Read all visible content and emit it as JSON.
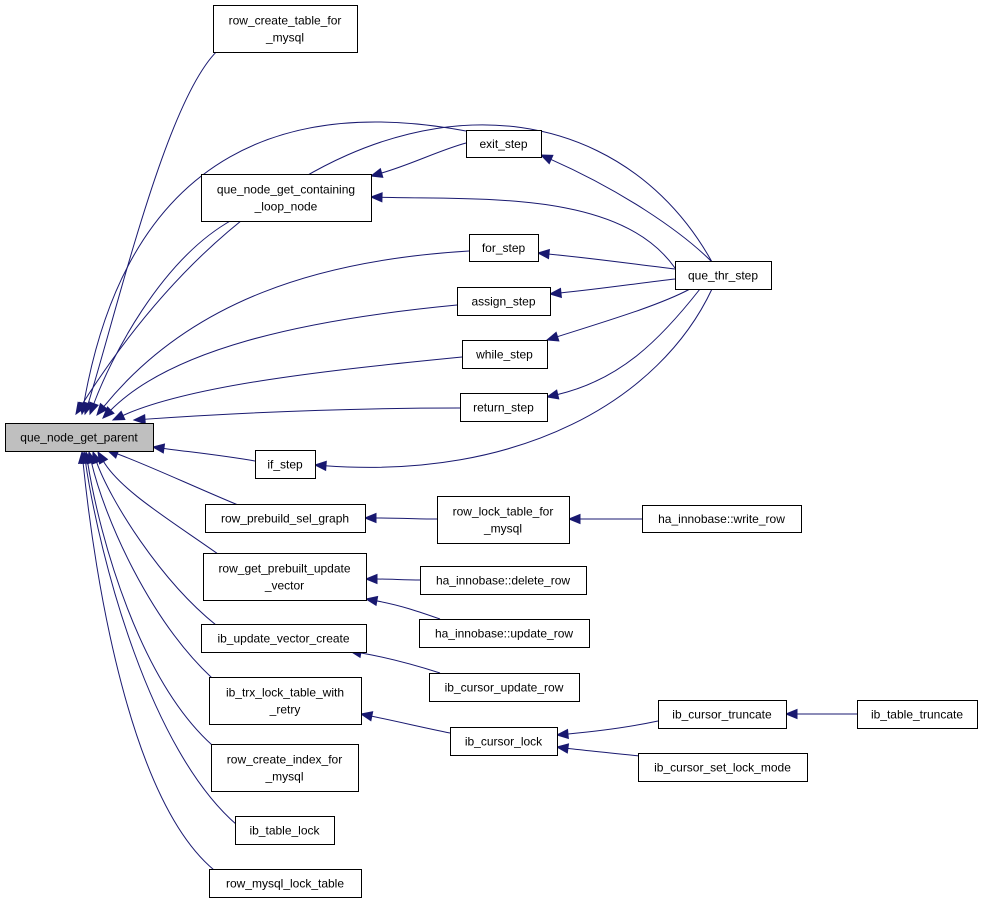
{
  "graph": {
    "nodes": [
      {
        "id": "que_node_get_parent",
        "lines": [
          "que_node_get_parent"
        ]
      },
      {
        "id": "row_create_table_for_mysql",
        "lines": [
          "row_create_table_for",
          "_mysql"
        ]
      },
      {
        "id": "que_node_get_containing_loop_node",
        "lines": [
          "que_node_get_containing",
          "_loop_node"
        ]
      },
      {
        "id": "exit_step",
        "lines": [
          "exit_step"
        ]
      },
      {
        "id": "for_step",
        "lines": [
          "for_step"
        ]
      },
      {
        "id": "que_thr_step",
        "lines": [
          "que_thr_step"
        ]
      },
      {
        "id": "assign_step",
        "lines": [
          "assign_step"
        ]
      },
      {
        "id": "while_step",
        "lines": [
          "while_step"
        ]
      },
      {
        "id": "return_step",
        "lines": [
          "return_step"
        ]
      },
      {
        "id": "if_step",
        "lines": [
          "if_step"
        ]
      },
      {
        "id": "row_prebuild_sel_graph",
        "lines": [
          "row_prebuild_sel_graph"
        ]
      },
      {
        "id": "row_lock_table_for_mysql",
        "lines": [
          "row_lock_table_for",
          "_mysql"
        ]
      },
      {
        "id": "ha_innobase_write_row",
        "lines": [
          "ha_innobase::write_row"
        ]
      },
      {
        "id": "row_get_prebuilt_update_vector",
        "lines": [
          "row_get_prebuilt_update",
          "_vector"
        ]
      },
      {
        "id": "ha_innobase_delete_row",
        "lines": [
          "ha_innobase::delete_row"
        ]
      },
      {
        "id": "ha_innobase_update_row",
        "lines": [
          "ha_innobase::update_row"
        ]
      },
      {
        "id": "ib_update_vector_create",
        "lines": [
          "ib_update_vector_create"
        ]
      },
      {
        "id": "ib_cursor_update_row",
        "lines": [
          "ib_cursor_update_row"
        ]
      },
      {
        "id": "ib_trx_lock_table_with_retry",
        "lines": [
          "ib_trx_lock_table_with",
          "_retry"
        ]
      },
      {
        "id": "ib_cursor_lock",
        "lines": [
          "ib_cursor_lock"
        ]
      },
      {
        "id": "ib_cursor_truncate",
        "lines": [
          "ib_cursor_truncate"
        ]
      },
      {
        "id": "ib_table_truncate",
        "lines": [
          "ib_table_truncate"
        ]
      },
      {
        "id": "ib_cursor_set_lock_mode",
        "lines": [
          "ib_cursor_set_lock_mode"
        ]
      },
      {
        "id": "row_create_index_for_mysql",
        "lines": [
          "row_create_index_for",
          "_mysql"
        ]
      },
      {
        "id": "ib_table_lock",
        "lines": [
          "ib_table_lock"
        ]
      },
      {
        "id": "row_mysql_lock_table",
        "lines": [
          "row_mysql_lock_table"
        ]
      }
    ],
    "edges": [
      {
        "from": "row_create_table_for_mysql",
        "to": "que_node_get_parent"
      },
      {
        "from": "que_node_get_containing_loop_node",
        "to": "que_node_get_parent"
      },
      {
        "from": "exit_step",
        "to": "que_node_get_parent"
      },
      {
        "from": "for_step",
        "to": "que_node_get_parent"
      },
      {
        "from": "assign_step",
        "to": "que_node_get_parent"
      },
      {
        "from": "while_step",
        "to": "que_node_get_parent"
      },
      {
        "from": "return_step",
        "to": "que_node_get_parent"
      },
      {
        "from": "if_step",
        "to": "que_node_get_parent"
      },
      {
        "from": "que_thr_step",
        "to": "que_node_get_parent"
      },
      {
        "from": "row_prebuild_sel_graph",
        "to": "que_node_get_parent"
      },
      {
        "from": "row_get_prebuilt_update_vector",
        "to": "que_node_get_parent"
      },
      {
        "from": "ib_update_vector_create",
        "to": "que_node_get_parent"
      },
      {
        "from": "ib_trx_lock_table_with_retry",
        "to": "que_node_get_parent"
      },
      {
        "from": "row_create_index_for_mysql",
        "to": "que_node_get_parent"
      },
      {
        "from": "ib_table_lock",
        "to": "que_node_get_parent"
      },
      {
        "from": "row_mysql_lock_table",
        "to": "que_node_get_parent"
      },
      {
        "from": "exit_step",
        "to": "que_node_get_containing_loop_node"
      },
      {
        "from": "que_thr_step",
        "to": "que_node_get_containing_loop_node"
      },
      {
        "from": "que_thr_step",
        "to": "exit_step"
      },
      {
        "from": "que_thr_step",
        "to": "for_step"
      },
      {
        "from": "que_thr_step",
        "to": "assign_step"
      },
      {
        "from": "que_thr_step",
        "to": "while_step"
      },
      {
        "from": "que_thr_step",
        "to": "return_step"
      },
      {
        "from": "que_thr_step",
        "to": "if_step"
      },
      {
        "from": "row_lock_table_for_mysql",
        "to": "row_prebuild_sel_graph"
      },
      {
        "from": "ha_innobase_write_row",
        "to": "row_lock_table_for_mysql"
      },
      {
        "from": "ha_innobase_delete_row",
        "to": "row_get_prebuilt_update_vector"
      },
      {
        "from": "ha_innobase_update_row",
        "to": "row_get_prebuilt_update_vector"
      },
      {
        "from": "ib_cursor_update_row",
        "to": "ib_update_vector_create"
      },
      {
        "from": "ib_cursor_lock",
        "to": "ib_trx_lock_table_with_retry"
      },
      {
        "from": "ib_cursor_truncate",
        "to": "ib_cursor_lock"
      },
      {
        "from": "ib_cursor_set_lock_mode",
        "to": "ib_cursor_lock"
      },
      {
        "from": "ib_table_truncate",
        "to": "ib_cursor_truncate"
      }
    ]
  },
  "colors": {
    "edge": "#191970",
    "node_border": "#000000",
    "root_fill": "#bfbfbf",
    "node_fill": "#ffffff"
  }
}
